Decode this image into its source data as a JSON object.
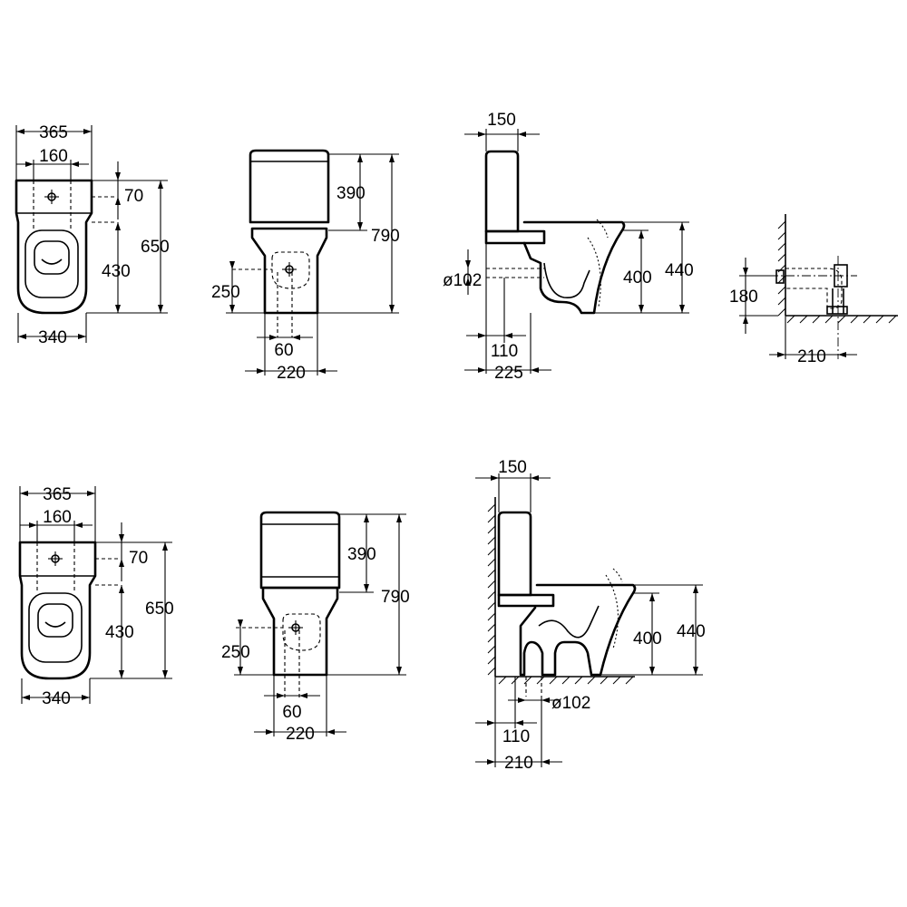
{
  "top_row": {
    "plan_view": {
      "width_total": "365",
      "fixing_spacing": "160",
      "fixing_offset": "70",
      "height_total": "650",
      "bowl_depth": "430",
      "base_width": "340"
    },
    "front_view": {
      "cistern_height": "390",
      "total_height": "790",
      "inlet_height": "250",
      "inlet_width": "60",
      "base_width": "220"
    },
    "side_view": {
      "cistern_depth": "150",
      "outlet_diameter": "ø102",
      "seat_height": "400",
      "rim_height": "440",
      "outlet_offset": "110",
      "outlet_depth": "225"
    },
    "outlet_detail": {
      "outlet_height": "180",
      "outlet_distance": "210"
    }
  },
  "bottom_row": {
    "plan_view": {
      "width_total": "365",
      "fixing_spacing": "160",
      "fixing_offset": "70",
      "height_total": "650",
      "bowl_depth": "430",
      "base_width": "340"
    },
    "front_view": {
      "cistern_height": "390",
      "total_height": "790",
      "inlet_height": "250",
      "inlet_width": "60",
      "base_width": "220"
    },
    "side_view": {
      "cistern_depth": "150",
      "seat_height": "400",
      "rim_height": "440",
      "outlet_diameter": "ø102",
      "outlet_offset": "110",
      "outlet_distance": "210"
    }
  }
}
